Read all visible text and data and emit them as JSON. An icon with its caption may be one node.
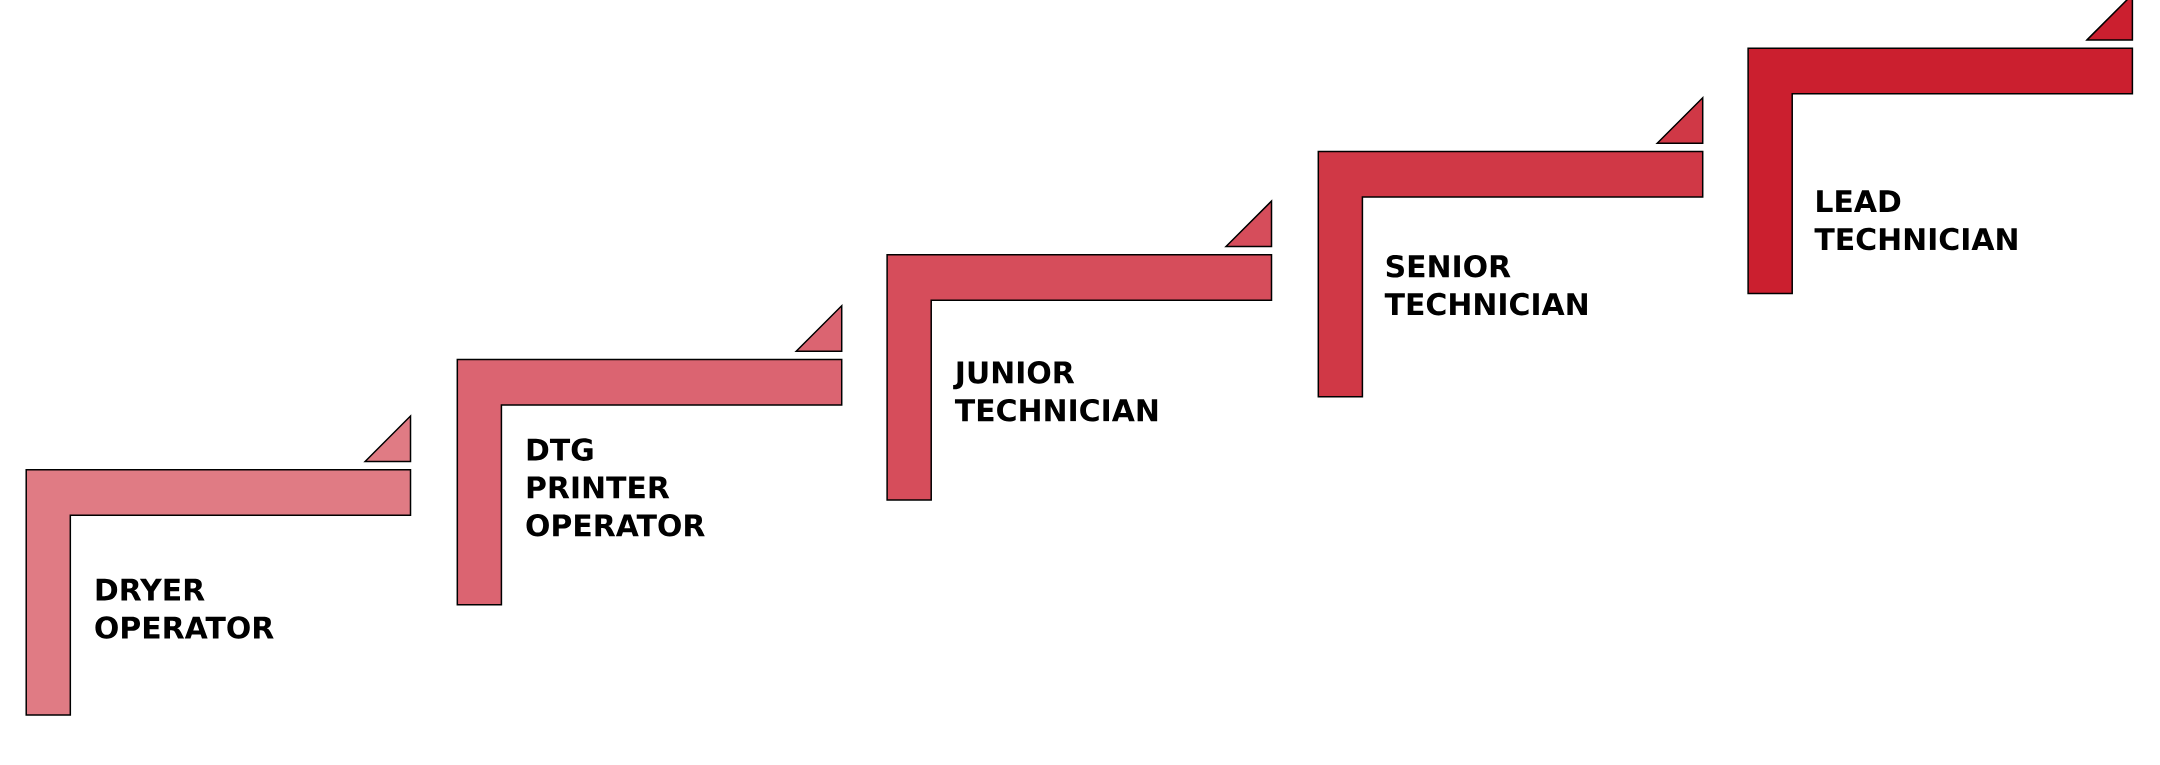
{
  "diagram": {
    "nodes": [
      {
        "text": [
          "DRYER OPERATOR"
        ]
      },
      {
        "text": [
          "DTG PRINTER OPERATOR"
        ]
      },
      {
        "text": [
          "JUNIOR TECHNICIAN"
        ]
      },
      {
        "text": [
          "SENIOR TECHNICIAN"
        ]
      },
      {
        "text": [
          "LEAD TECHNICIAN"
        ]
      }
    ]
  }
}
